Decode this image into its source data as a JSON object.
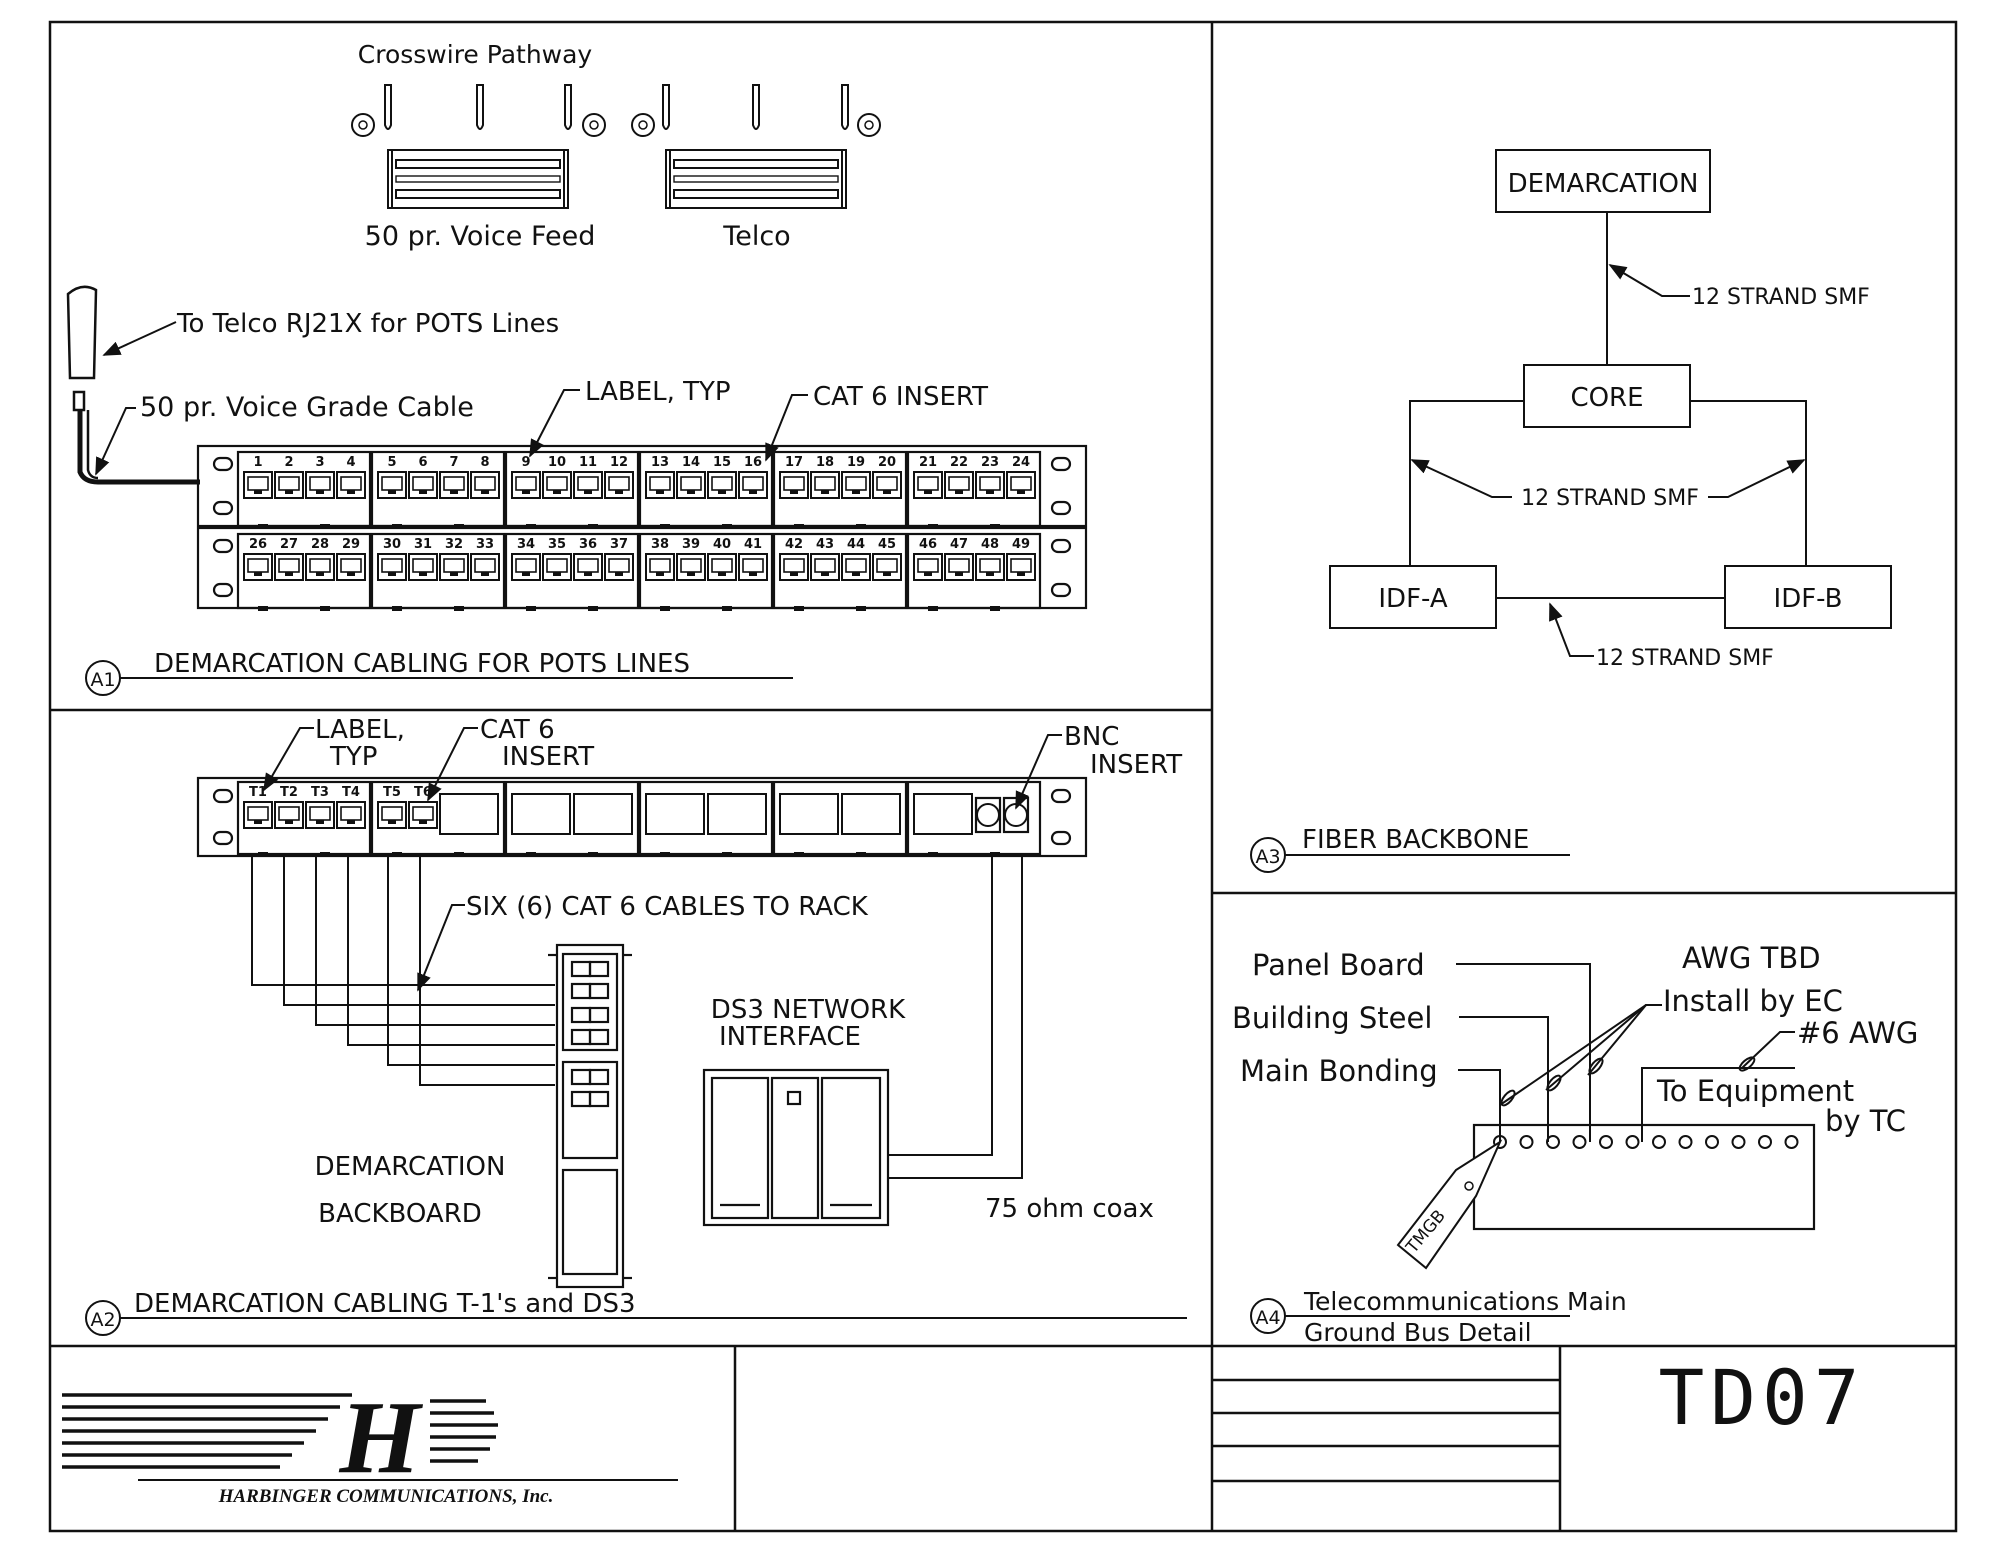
{
  "drawing": {
    "sheet_number": "TD07",
    "company": "HARBINGER COMMUNICATIONS, Inc.",
    "logo_letter": "H"
  },
  "a1": {
    "badge": "A1",
    "title": "DEMARCATION CABLING FOR POTS LINES",
    "crosswire": "Crosswire Pathway",
    "voice_feed": "50 pr. Voice Feed",
    "telco": "Telco",
    "to_telco": "To Telco RJ21X for POTS Lines",
    "voice_cable": "50 pr. Voice Grade Cable",
    "label_typ": "LABEL, TYP",
    "cat6_insert": "CAT 6 INSERT",
    "ports": [
      "1",
      "2",
      "3",
      "4",
      "5",
      "6",
      "7",
      "8",
      "9",
      "10",
      "11",
      "12",
      "13",
      "14",
      "15",
      "16",
      "17",
      "18",
      "19",
      "20",
      "21",
      "22",
      "23",
      "24",
      "26",
      "27",
      "28",
      "29",
      "30",
      "31",
      "32",
      "33",
      "34",
      "35",
      "36",
      "37",
      "38",
      "39",
      "40",
      "41",
      "42",
      "43",
      "44",
      "45",
      "46",
      "47",
      "48",
      "49"
    ]
  },
  "a2": {
    "badge": "A2",
    "title": "DEMARCATION CABLING T-1's and DS3",
    "label_l1": "LABEL,",
    "label_l2": "TYP",
    "cat6_l1": "CAT 6",
    "cat6_l2": "INSERT",
    "bnc_l1": "BNC",
    "bnc_l2": "INSERT",
    "six_cables": "SIX (6) CAT 6 CABLES TO RACK",
    "ds3_l1": "DS3 NETWORK",
    "ds3_l2": "INTERFACE",
    "backboard_l1": "DEMARCATION",
    "backboard_l2": "BACKBOARD",
    "coax": "75 ohm coax",
    "t_ports": [
      "T1",
      "T2",
      "T3",
      "T4",
      "T5",
      "T6"
    ]
  },
  "a3": {
    "badge": "A3",
    "title": "FIBER BACKBONE",
    "demarc": "DEMARCATION",
    "core": "CORE",
    "idf_a": "IDF-A",
    "idf_b": "IDF-B",
    "smf_top": "12 STRAND SMF",
    "smf_mid": "12 STRAND SMF",
    "smf_bot": "12 STRAND SMF"
  },
  "a4": {
    "badge": "A4",
    "title_l1": "Telecommunications Main",
    "title_l2": "Ground Bus Detail",
    "panel_board": "Panel Board",
    "building_steel": "Building Steel",
    "main_bonding": "Main Bonding",
    "awg_tbd": "AWG TBD",
    "install_ec": "Install by EC",
    "awg6": "#6 AWG",
    "to_equip_l1": "To Equipment",
    "to_equip_l2": "by TC",
    "tmgb": "TMGB"
  }
}
